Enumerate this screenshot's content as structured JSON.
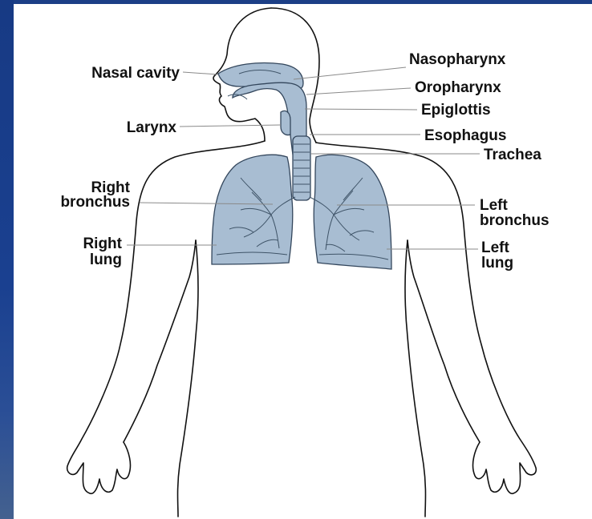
{
  "colors": {
    "organ_fill": "#a8bdd2",
    "background": "#1c3f86",
    "panel": "#ffffff"
  },
  "labels": {
    "nasal_cavity": "Nasal cavity",
    "larynx": "Larynx",
    "right_bronchus_1": "Right",
    "right_bronchus_2": "bronchus",
    "right_lung_1": "Right",
    "right_lung_2": "lung",
    "nasopharynx": "Nasopharynx",
    "oropharynx": "Oropharynx",
    "epiglottis": "Epiglottis",
    "esophagus": "Esophagus",
    "trachea": "Trachea",
    "left_bronchus_1": "Left",
    "left_bronchus_2": "bronchus",
    "left_lung_1": "Left",
    "left_lung_2": "lung"
  }
}
